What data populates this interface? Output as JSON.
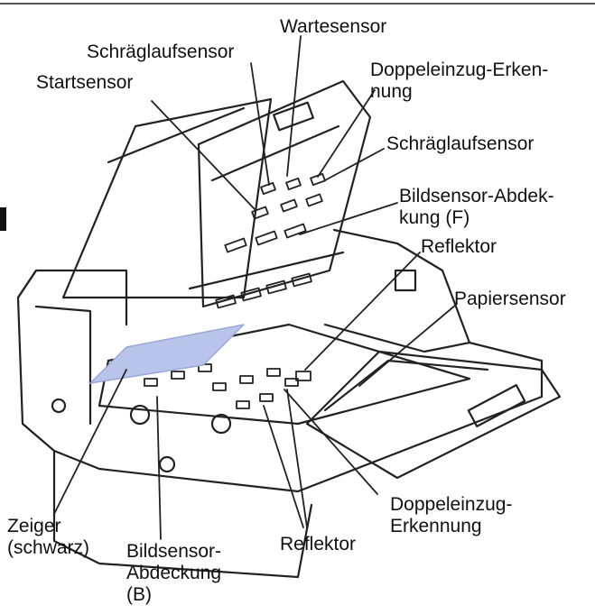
{
  "labels": {
    "wartesensor": "Wartesensor",
    "schraeglaufsensor_top": "Schräglaufsensor",
    "startsensor": "Startsensor",
    "doppeleinzug_top": "Doppeleinzug-Erken-\nnung",
    "schraeglaufsensor_right": "Schräglaufsensor",
    "bildsensor_f": "Bildsensor-Abdek-\nkung (F)",
    "reflektor_top": "Reflektor",
    "papiersensor": "Papiersensor",
    "zeiger": "Zeiger\n(schwarz)",
    "bildsensor_b": "Bildsensor-\nAbdeckung\n(B)",
    "reflektor_bottom": "Reflektor",
    "doppeleinzug_bottom": "Doppeleinzug-\nErkennung"
  },
  "colors": {
    "line": "#222222",
    "pointer_strip": "#b9c4ea",
    "label_text": "#111111"
  }
}
